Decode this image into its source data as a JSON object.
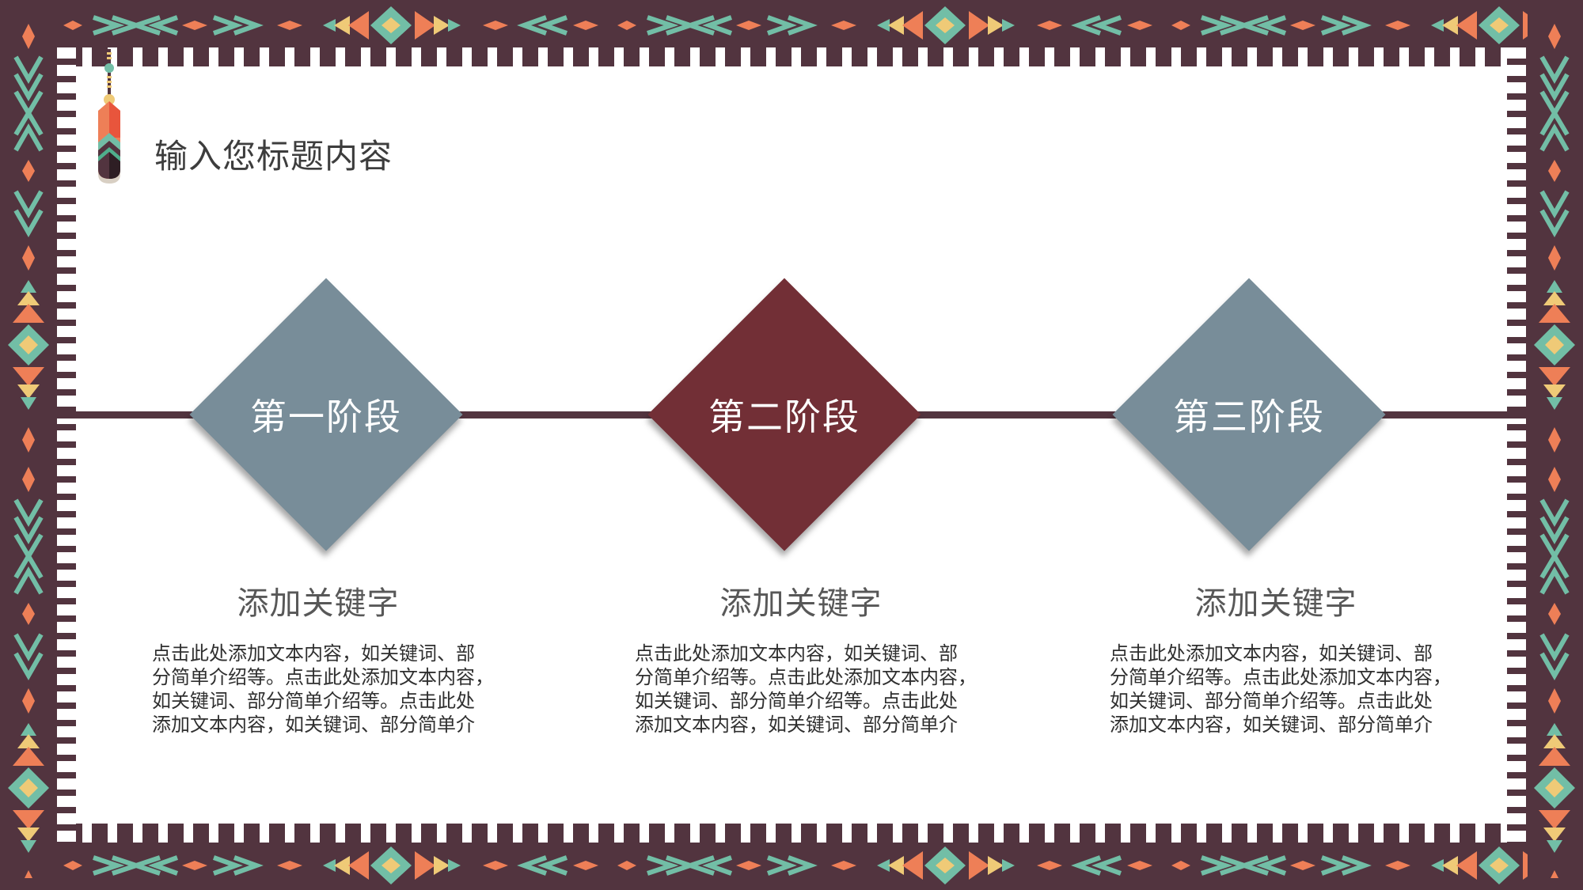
{
  "slide": {
    "title": "输入您标题内容",
    "colors": {
      "frame": "#52343F",
      "teal": "#72BEA6",
      "orange": "#EE7F57",
      "yellow": "#EFCA77",
      "slate_diamond": "#788D99",
      "wine_diamond": "#722F36",
      "timeline": "#52343F"
    },
    "decorations": {
      "feather_icon": "feather-icon",
      "border_pattern": "tribal-arrow-diamond-pattern"
    }
  },
  "stages": [
    {
      "label": "第一阶段",
      "color": "#788D99",
      "keyword": "添加关键字",
      "lines": [
        "点击此处添加文本内容，如关键词、部",
        "分简单介绍等。点击此处添加文本内容，",
        "如关键词、部分简单介绍等。点击此处",
        "添加文本内容，如关键词、部分简单介"
      ]
    },
    {
      "label": "第二阶段",
      "color": "#722F36",
      "keyword": "添加关键字",
      "lines": [
        "点击此处添加文本内容，如关键词、部",
        "分简单介绍等。点击此处添加文本内容，",
        "如关键词、部分简单介绍等。点击此处",
        "添加文本内容，如关键词、部分简单介"
      ]
    },
    {
      "label": "第三阶段",
      "color": "#788D99",
      "keyword": "添加关键字",
      "lines": [
        "点击此处添加文本内容，如关键词、部",
        "分简单介绍等。点击此处添加文本内容，",
        "如关键词、部分简单介绍等。点击此处",
        "添加文本内容，如关键词、部分简单介"
      ]
    }
  ]
}
